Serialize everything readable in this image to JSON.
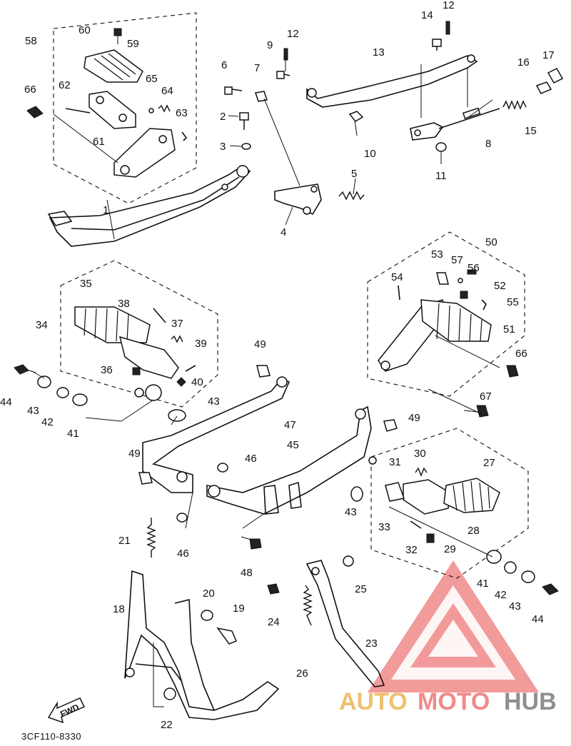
{
  "diagram_code": "3CF110-8330",
  "fwd_label": "FWD",
  "watermark": {
    "text_auto": "AUTO",
    "text_moto": "MOTO",
    "text_hub": "HUB",
    "color_accent": "#f08a8a",
    "color_gold": "#f0c070",
    "color_gray": "#8f8f8f"
  },
  "callouts": [
    "1",
    "2",
    "3",
    "4",
    "5",
    "6",
    "7",
    "8",
    "9",
    "10",
    "11",
    "12",
    "13",
    "14",
    "15",
    "16",
    "17",
    "18",
    "19",
    "20",
    "21",
    "22",
    "23",
    "24",
    "25",
    "26",
    "27",
    "28",
    "29",
    "30",
    "31",
    "32",
    "33",
    "34",
    "35",
    "36",
    "37",
    "38",
    "39",
    "40",
    "41",
    "42",
    "43",
    "44",
    "45",
    "46",
    "47",
    "48",
    "49",
    "50",
    "51",
    "52",
    "53",
    "54",
    "55",
    "56",
    "57",
    "58",
    "59",
    "60",
    "61",
    "62",
    "63",
    "64",
    "65",
    "66",
    "67"
  ]
}
